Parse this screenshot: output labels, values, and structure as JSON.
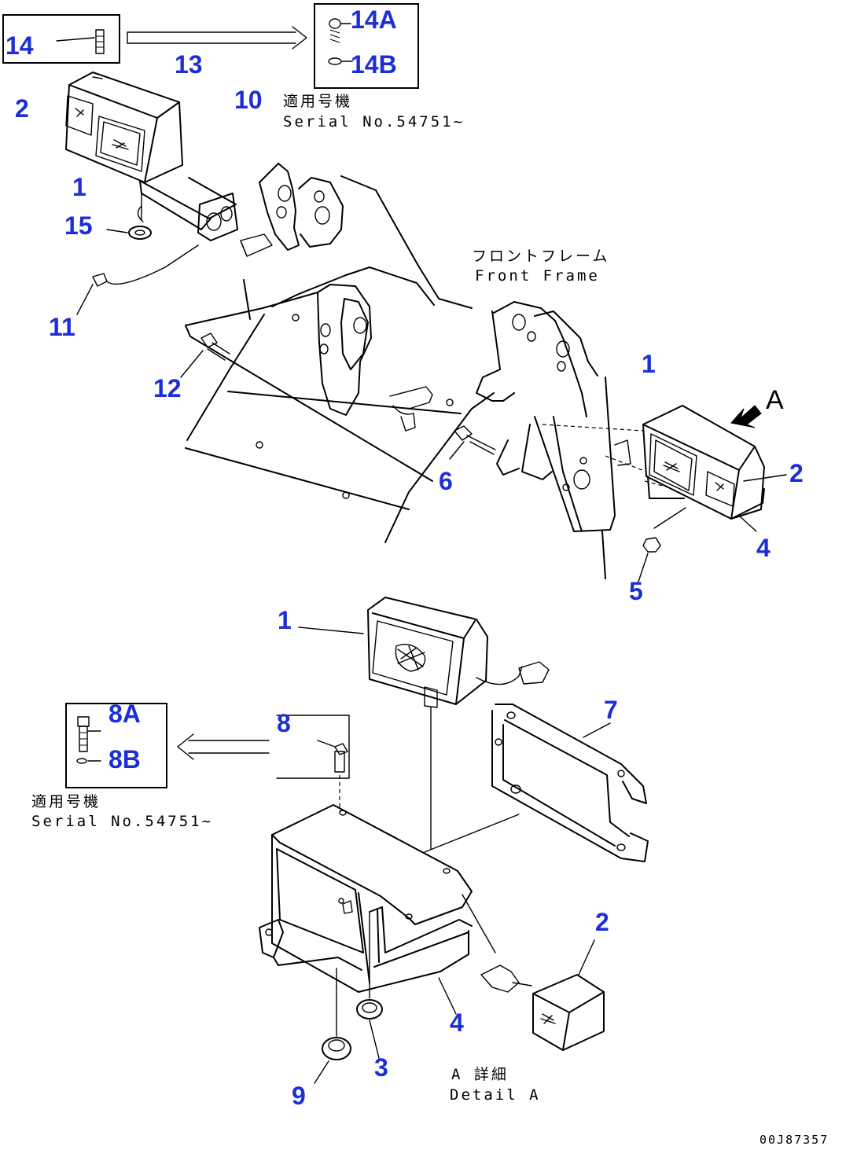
{
  "diagram": {
    "callouts": {
      "c14": "14",
      "c14a": "14A",
      "c14b": "14B",
      "c13": "13",
      "c10": "10",
      "c2_top": "2",
      "c1_top": "1",
      "c15": "15",
      "c11": "11",
      "c12": "12",
      "c1_right": "1",
      "c2_right": "2",
      "c4_right": "4",
      "c6": "6",
      "c5": "5",
      "c1_bottom": "1",
      "c7": "7",
      "c8": "8",
      "c8a": "8A",
      "c8b": "8B",
      "c2_bottom": "2",
      "c4_bottom": "4",
      "c3": "3",
      "c9": "9"
    },
    "labels": {
      "serial_top_jp": "適用号機",
      "serial_top_en": "Serial No.54751~",
      "front_frame_jp": "フロントフレーム",
      "front_frame_en": "Front Frame",
      "view_arrow": "A",
      "serial_bottom_jp": "適用号機",
      "serial_bottom_en": "Serial No.54751~",
      "detail_jp": "A 詳細",
      "detail_en": "Detail A"
    },
    "drawing_code": "00J87357"
  }
}
